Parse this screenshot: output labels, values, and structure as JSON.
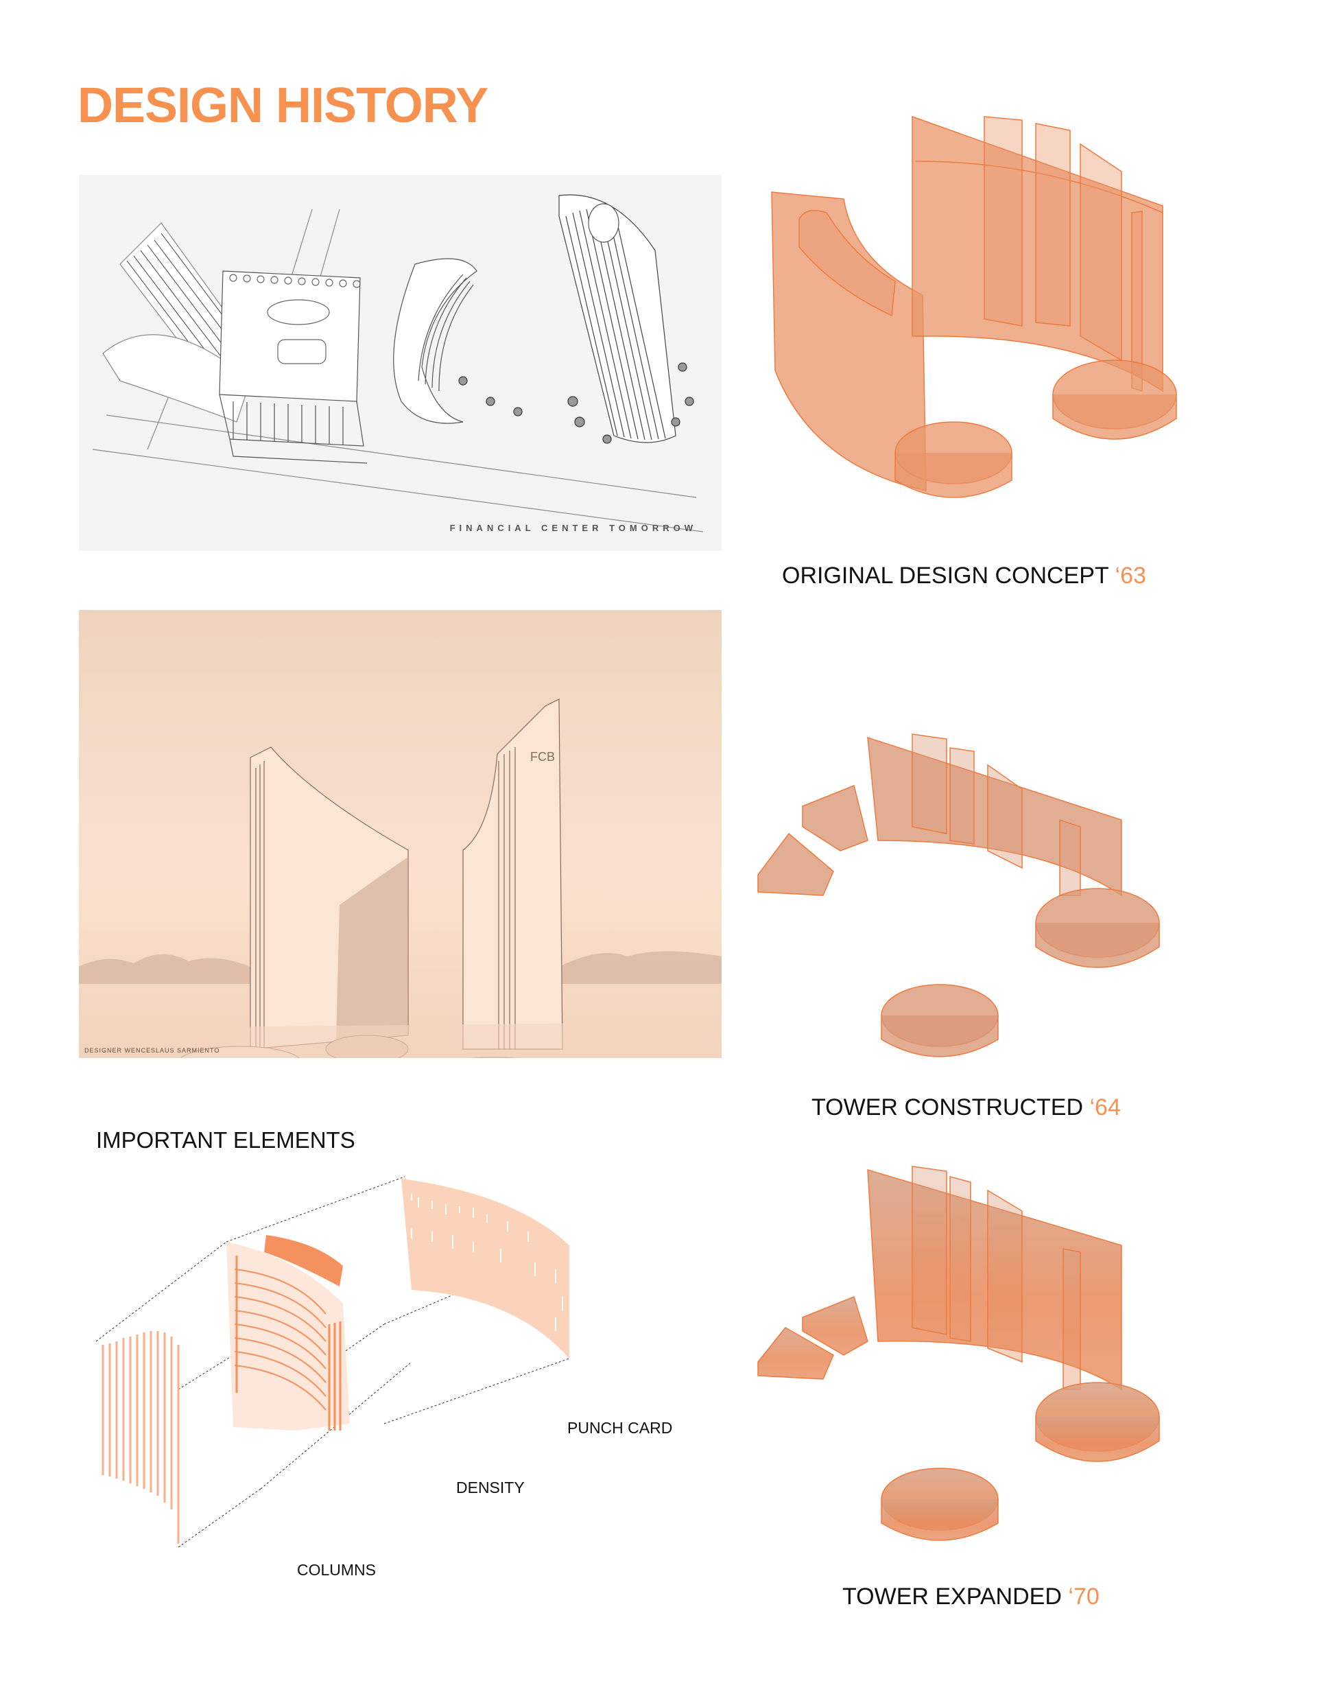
{
  "page": {
    "title": "DESIGN HISTORY",
    "accent_color": "#f6914f",
    "model_color": "#e8956a"
  },
  "images": {
    "sketch": {
      "caption": "FINANCIAL CENTER TOMORROW",
      "description": "aerial line sketch of financial center complex"
    },
    "rendering": {
      "credit": "DESIGNER WENCESLAUS SARMIENTO",
      "building_mark": "FCB",
      "description": "sepia perspective rendering of twin curved towers"
    }
  },
  "models": [
    {
      "caption": "ORIGINAL DESIGN CONCEPT",
      "year": "‘63"
    },
    {
      "caption": "TOWER CONSTRUCTED",
      "year": "‘64"
    },
    {
      "caption": "TOWER EXPANDED",
      "year": "‘70"
    }
  ],
  "elements": {
    "heading": "IMPORTANT ELEMENTS",
    "labels": {
      "punch_card": "PUNCH CARD",
      "density": "DENSITY",
      "columns": "COLUMNS"
    }
  }
}
